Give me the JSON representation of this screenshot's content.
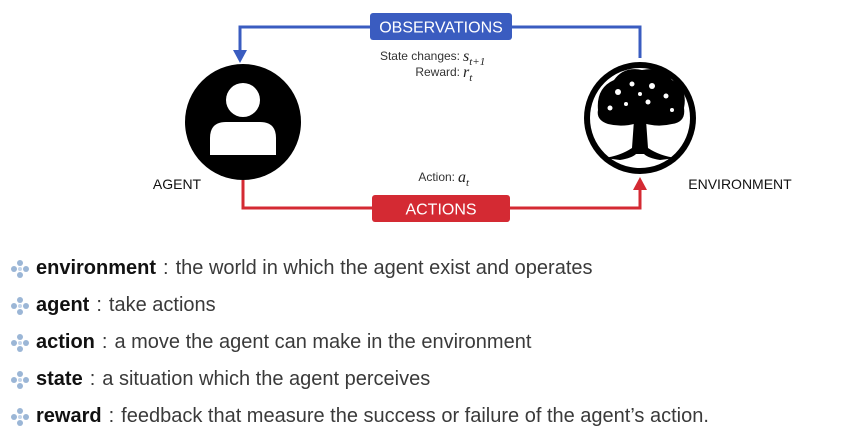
{
  "colors": {
    "observation": "#3a5cc0",
    "action": "#d42a33",
    "icon": "#000000"
  },
  "diagram": {
    "observations_label": "OBSERVATIONS",
    "actions_label": "ACTIONS",
    "agent_label": "AGENT",
    "environment_label": "ENVIRONMENT",
    "state_changes_label": "State changes:",
    "state_symbol": "s",
    "state_subscript": "t+1",
    "reward_label": "Reward:",
    "reward_symbol": "r",
    "reward_subscript": "t",
    "action_label": "Action:",
    "action_symbol": "a",
    "action_subscript": "t",
    "agent_icon": "person-icon",
    "environment_icon": "tree-icon"
  },
  "bullets": [
    {
      "term": "environment",
      "separator": ":",
      "definition": "the world in which the agent exist and operates"
    },
    {
      "term": "agent",
      "separator": ":",
      "definition": "take actions"
    },
    {
      "term": "action",
      "separator": ":",
      "definition": "a move the agent can make in the environment"
    },
    {
      "term": "state",
      "separator": ":",
      "definition": "a situation which the agent perceives"
    },
    {
      "term": "reward",
      "separator": ":",
      "definition": "feedback that measure the success or failure of the agent’s action."
    }
  ]
}
